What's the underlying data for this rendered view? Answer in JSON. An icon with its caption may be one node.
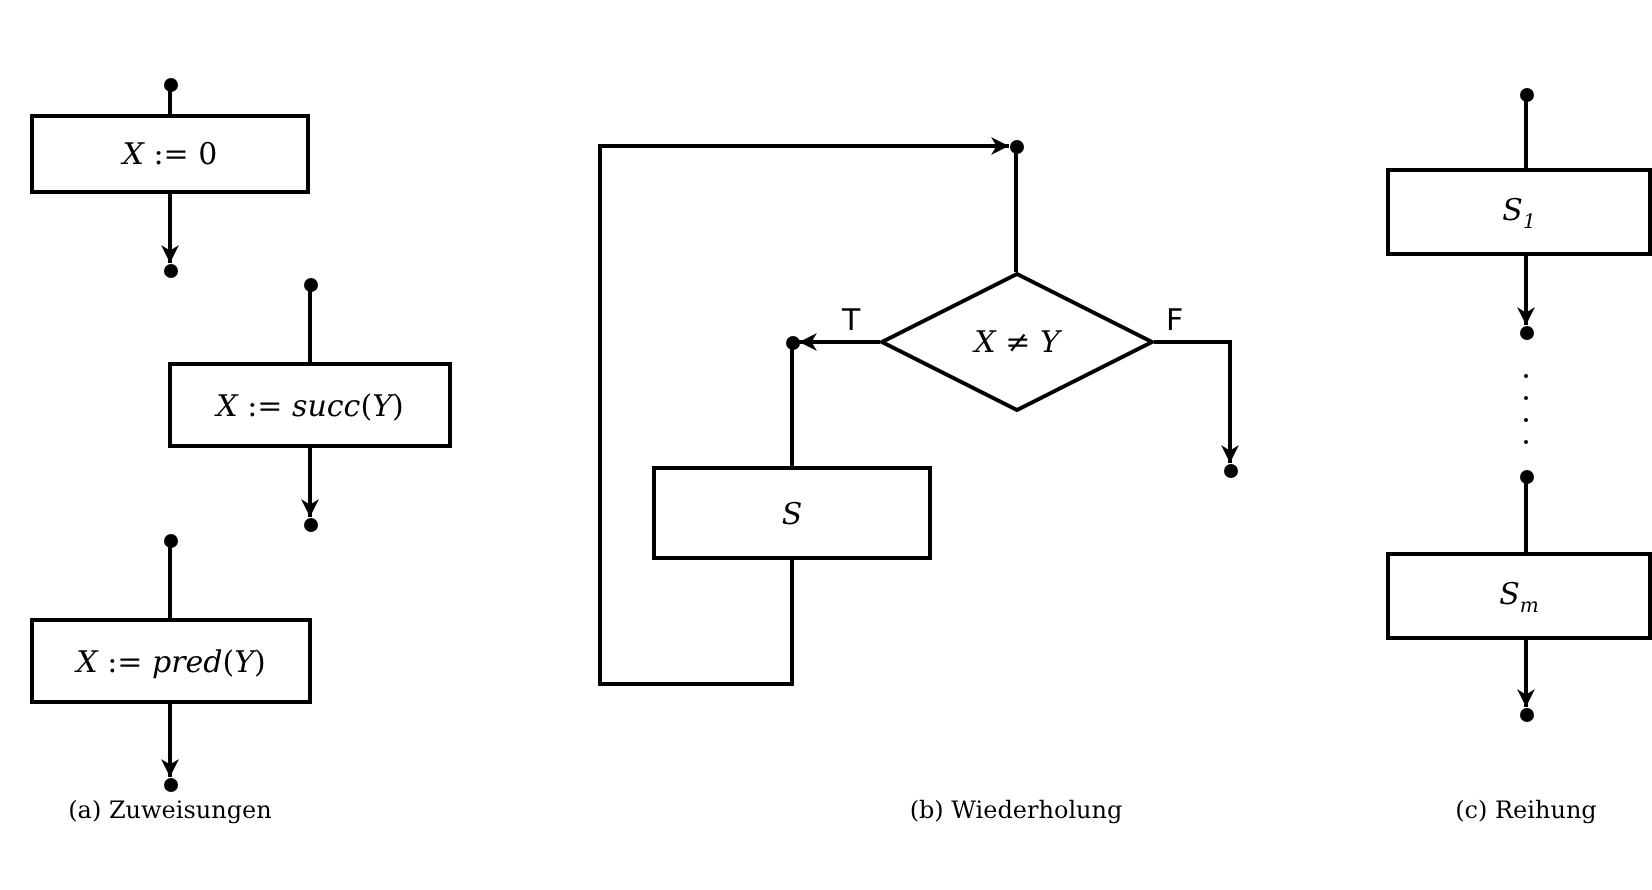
{
  "diagram": {
    "nodes": [
      {
        "text": [],
        "shape": "circle"
      },
      {
        "text": [
          "*X* := 0"
        ]
      },
      {
        "text": [],
        "shape": "circle"
      },
      {
        "text": [],
        "shape": "circle"
      },
      {
        "text": [
          "*X* := *succ*(*Y*)"
        ]
      },
      {
        "text": [],
        "shape": "circle"
      },
      {
        "text": [],
        "shape": "circle"
      },
      {
        "text": [
          "*X* := *pred*(*Y*)"
        ]
      },
      {
        "text": [],
        "shape": "circle"
      },
      {
        "text": [],
        "shape": "circle"
      },
      {
        "text": [
          "*X* ≠ *Y*"
        ]
      },
      {
        "text": [],
        "shape": "circle"
      },
      {
        "text": [
          "*S*"
        ]
      },
      {
        "text": [],
        "shape": "circle"
      },
      {
        "text": [],
        "shape": "circle"
      },
      {
        "text": [
          "*S*$_{1}$"
        ]
      },
      {
        "text": [],
        "shape": "circle"
      },
      {
        "text": [],
        "shape": "circle"
      },
      {
        "text": [
          "*S*$_{m}$"
        ]
      },
      {
        "text": [],
        "shape": "circle"
      }
    ],
    "edges": [
      {
        "from": 0,
        "to": 1,
        "arrow": "none"
      },
      {
        "from": 1,
        "to": 2,
        "arrow": "to"
      },
      {
        "from": 3,
        "to": 4,
        "arrow": "none"
      },
      {
        "from": 4,
        "to": 5,
        "arrow": "to"
      },
      {
        "from": 6,
        "to": 7,
        "arrow": "none"
      },
      {
        "from": 7,
        "to": 8,
        "arrow": "to"
      },
      {
        "from": 9,
        "to": 10,
        "arrow": "none"
      },
      {
        "from": 10,
        "to": 11,
        "arrow": "to",
        "label": "T"
      },
      {
        "from": 11,
        "to": 12,
        "arrow": "none"
      },
      {
        "from": 12,
        "to": 9,
        "arrow": "to"
      },
      {
        "from": 10,
        "to": 13,
        "arrow": "to",
        "label": "F"
      },
      {
        "from": 14,
        "to": 15,
        "arrow": "none"
      },
      {
        "from": 15,
        "to": 16,
        "arrow": "to"
      },
      {
        "from": 17,
        "to": 18,
        "arrow": "none"
      },
      {
        "from": 18,
        "to": 19,
        "arrow": "to"
      }
    ],
    "labels": [
      "(a) Zuweisungen",
      "(b) Wiederholung",
      "(c) Reihung"
    ]
  }
}
